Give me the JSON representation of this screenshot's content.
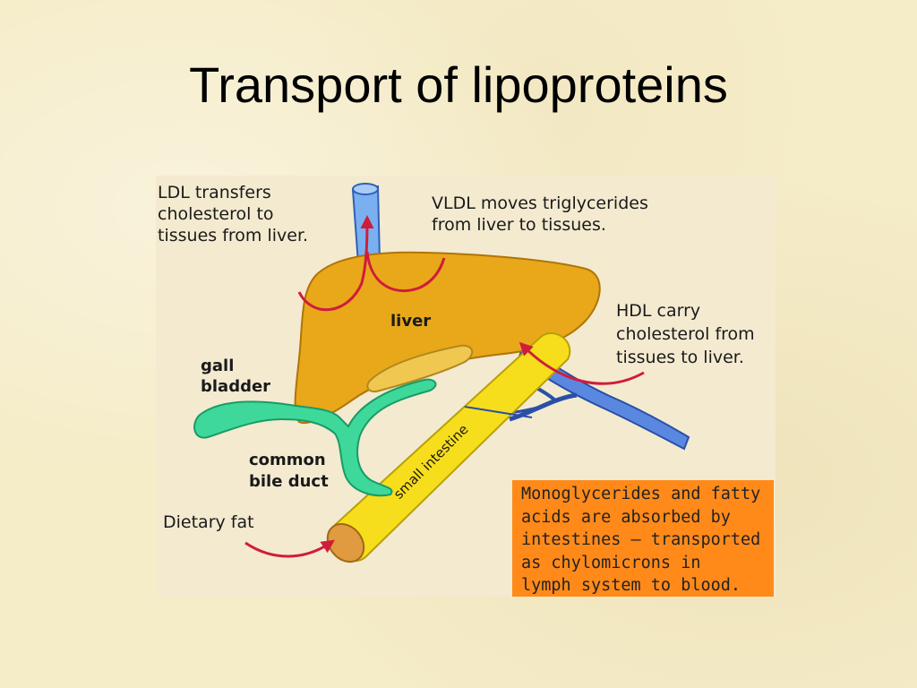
{
  "title": "Transport of lipoproteins",
  "labels": {
    "ldl": [
      "LDL transfers",
      "cholesterol to",
      "tissues from liver."
    ],
    "vldl": [
      "VLDL moves triglycerides",
      "from liver to tissues."
    ],
    "hdl": [
      "HDL carry",
      "cholesterol from",
      "tissues to liver."
    ],
    "liver": "liver",
    "gall_bladder": [
      "gall",
      "bladder"
    ],
    "common_bile_duct": [
      "common",
      "bile duct"
    ],
    "dietary_fat": "Dietary fat",
    "small_intestine": "small intestine",
    "absorption_box": [
      "Monoglycerides and fatty",
      "acids are absorbed by",
      "intestines – transported",
      "as chylomicrons in",
      "lymph system to blood."
    ]
  },
  "colors": {
    "liver": "#e8a81a",
    "intestine": "#f7de1c",
    "bile": "#3ed89a",
    "vessel": "#4a78d8",
    "arrow": "#d01c3c",
    "box": "#ff8a1a"
  }
}
